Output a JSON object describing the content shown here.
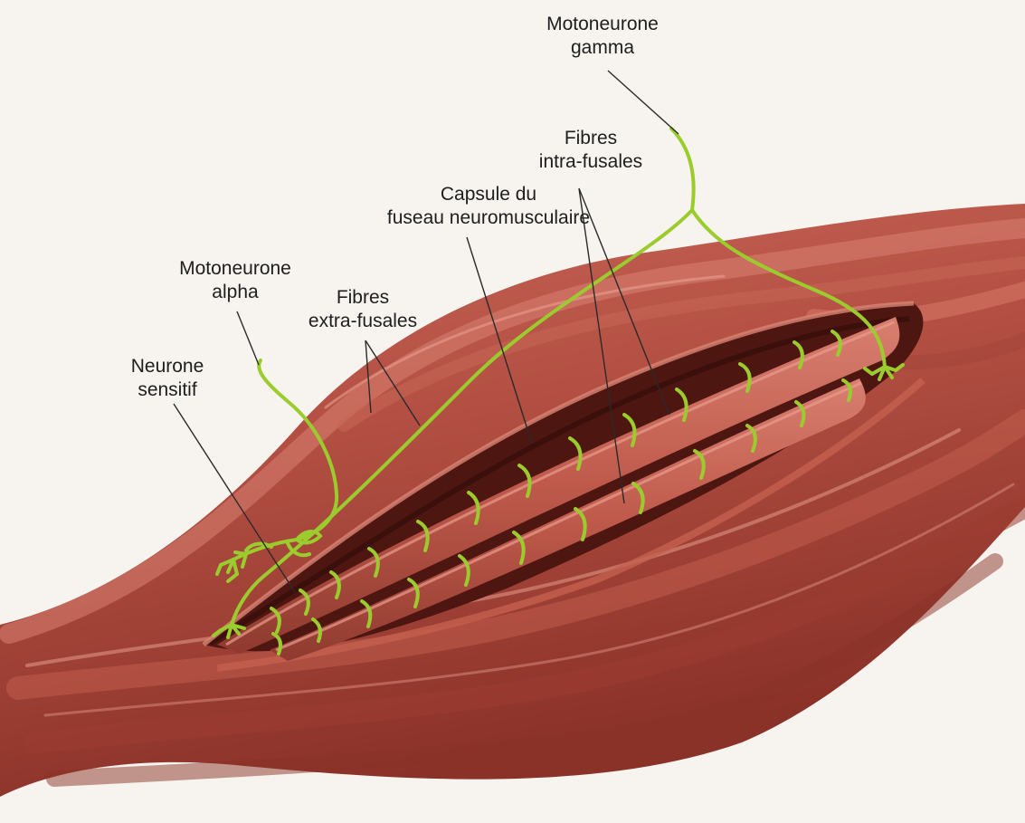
{
  "labels": {
    "motoneurone_gamma": {
      "line1": "Motoneurone",
      "line2": "gamma"
    },
    "fibres_intra_fusales": {
      "line1": "Fibres",
      "line2": "intra-fusales"
    },
    "capsule": {
      "line1": "Capsule du",
      "line2": "fuseau neuromusculaire"
    },
    "motoneurone_alpha": {
      "line1": "Motoneurone",
      "line2": "alpha"
    },
    "fibres_extra_fusales": {
      "line1": "Fibres",
      "line2": "extra-fusales"
    },
    "neurone_sensitif": {
      "line1": "Neurone",
      "line2": "sensitif"
    }
  },
  "colors": {
    "muscle_light": "#cf6e5f",
    "muscle_base": "#b24f42",
    "muscle_dark": "#7e2a22",
    "cavity": "#4e1611",
    "nerve": "#9bcc2e",
    "nerve_dark": "#6e9a18",
    "leader_line": "#2a2a2a"
  }
}
